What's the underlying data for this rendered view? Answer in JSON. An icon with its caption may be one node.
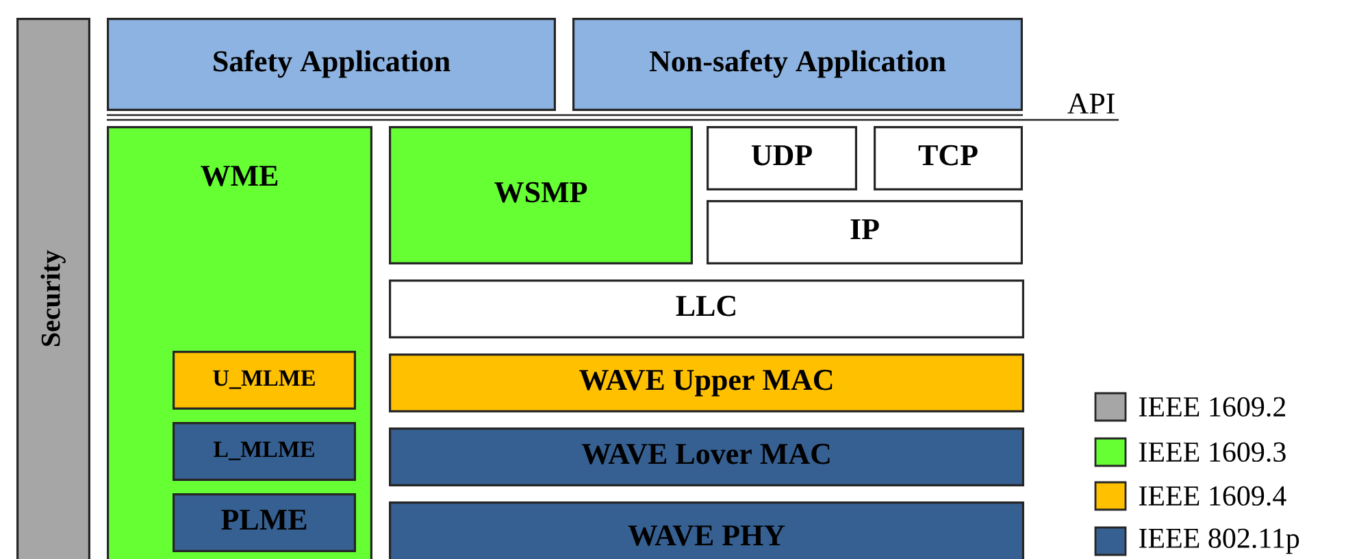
{
  "diagram": {
    "nodes": [
      {
        "text": [
          "Security"
        ]
      },
      {
        "text": [
          "Safety Application"
        ]
      },
      {
        "text": [
          "Non-safety Application"
        ]
      },
      {
        "text": [
          "WME"
        ]
      },
      {
        "text": [
          "U_MLME"
        ],
        "in": 3
      },
      {
        "text": [
          "L_MLME"
        ],
        "in": 3
      },
      {
        "text": [
          "PLME"
        ],
        "in": 3
      },
      {
        "text": [
          "WSMP"
        ]
      },
      {
        "text": [
          "UDP"
        ]
      },
      {
        "text": [
          "TCP"
        ]
      },
      {
        "text": [
          "IP"
        ]
      },
      {
        "text": [
          "LLC"
        ]
      },
      {
        "text": [
          "WAVE Upper MAC"
        ]
      },
      {
        "text": [
          "WAVE Lover MAC"
        ]
      },
      {
        "text": [
          "WAVE PHY"
        ]
      }
    ],
    "labels": [
      "API"
    ],
    "legend": [
      {
        "text": "IEEE 1609.2",
        "color": "#a6a6a6"
      },
      {
        "text": "IEEE 1609.3",
        "color": "#66ff33"
      },
      {
        "text": "IEEE 1609.4",
        "color": "#ffc000"
      },
      {
        "text": "IEEE 802.11p",
        "color": "#366092"
      }
    ]
  }
}
